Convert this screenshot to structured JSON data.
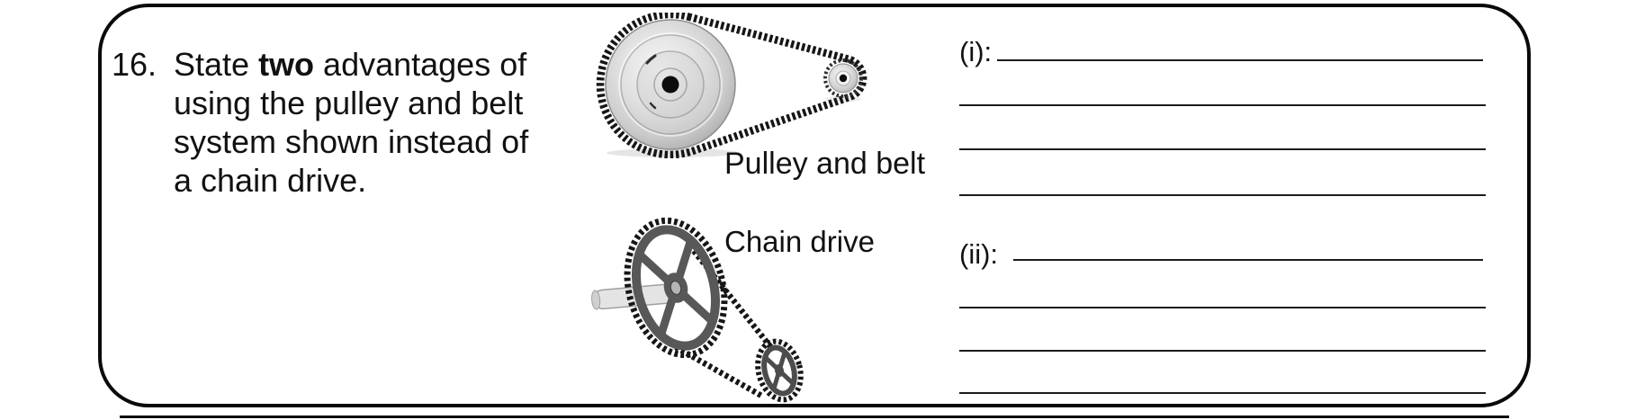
{
  "page": {
    "background": "#ffffff",
    "ink_color": "#111111",
    "border_color": "#0a0a0a",
    "answer_line_color": "#1c1c1c"
  },
  "question": {
    "number": "16.",
    "line1_pre": "State ",
    "line1_bold": "two",
    "line1_post": " advantages of",
    "line2": "using the pulley and belt",
    "line3": "system shown instead of",
    "line4": "a chain drive.",
    "full_text": "State two advantages of using the pulley and belt system shown instead of a chain drive."
  },
  "figures": {
    "pulley_belt": {
      "label": "Pulley and belt",
      "image_name": "pulley-and-belt-photo",
      "metal_color": "#cbcbcb",
      "belt_color": "#161616"
    },
    "chain_drive": {
      "label": "Chain drive",
      "image_name": "chain-drive-illustration",
      "sprocket_color": "#585858",
      "chain_color": "#161616"
    }
  },
  "answers": {
    "first": {
      "label": "(i):",
      "blank_lines": 4
    },
    "second": {
      "label": "(ii):",
      "blank_lines": 4
    }
  }
}
